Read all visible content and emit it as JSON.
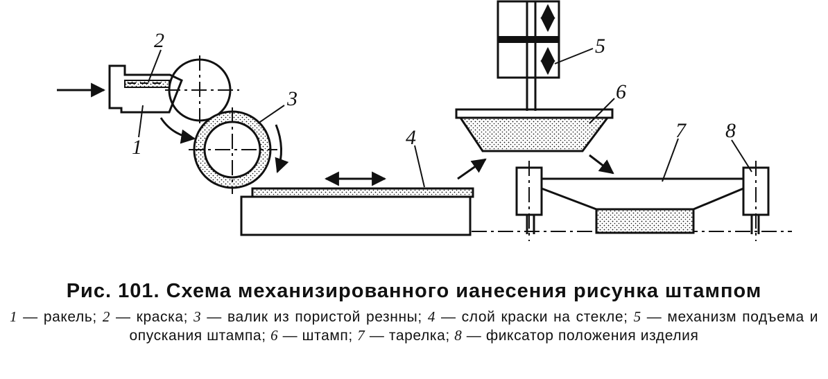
{
  "figure": {
    "labels": [
      "1",
      "2",
      "3",
      "4",
      "5",
      "6",
      "7",
      "8"
    ]
  },
  "caption": {
    "title": "Рис. 101. Схема механизированного ианесения рисунка штампом",
    "legend": [
      {
        "num": "1",
        "text": "ракель;"
      },
      {
        "num": "2",
        "text": "краска;"
      },
      {
        "num": "3",
        "text": "валик из пористой резнны;"
      },
      {
        "num": "4",
        "text": "слой краски на стекле;"
      },
      {
        "num": "5",
        "text": "механизм подъема и опускания штампа;"
      },
      {
        "num": "6",
        "text": "штамп;"
      },
      {
        "num": "7",
        "text": "тарелка;"
      },
      {
        "num": "8",
        "text": "фиксатор положения изделия"
      }
    ],
    "dash": "—"
  }
}
